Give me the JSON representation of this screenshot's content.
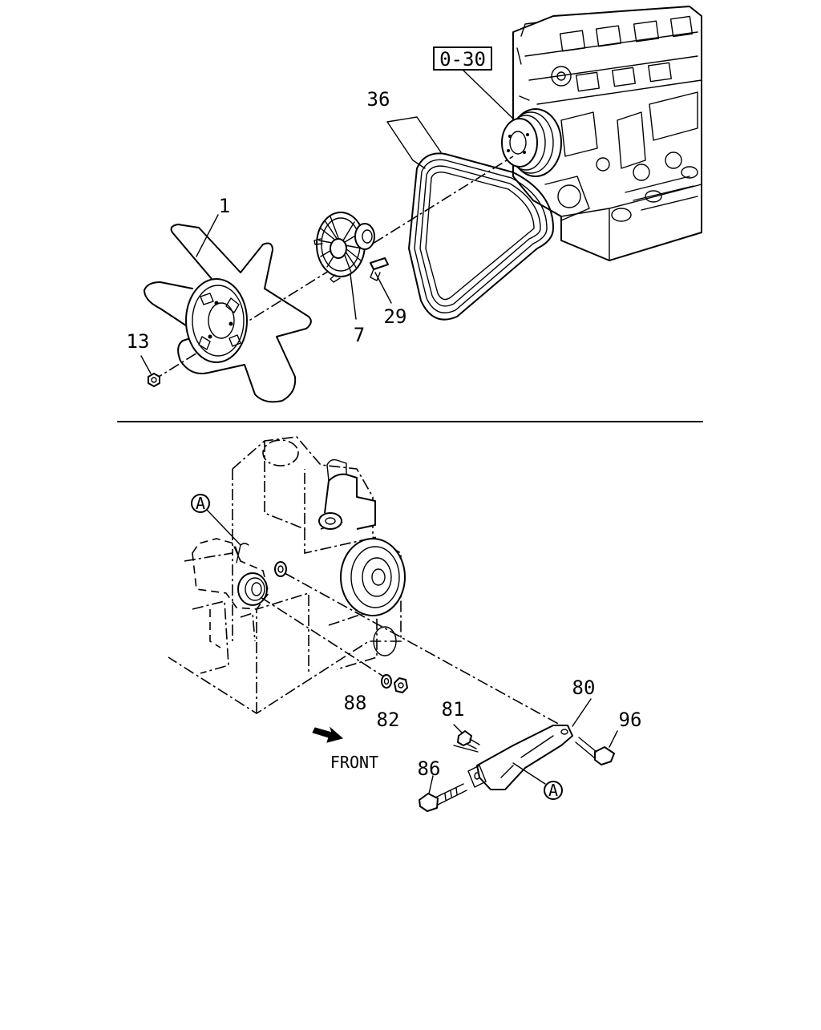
{
  "callouts": {
    "ref_box": "0-30",
    "p36": "36",
    "p1": "1",
    "p13": "13",
    "p7": "7",
    "p29": "29",
    "circle_a_upper": "A",
    "p80": "80",
    "p81": "81",
    "p96": "96",
    "p86": "86",
    "p88": "88",
    "p82": "82",
    "circle_a_lower": "A"
  },
  "front_label": "FRONT"
}
